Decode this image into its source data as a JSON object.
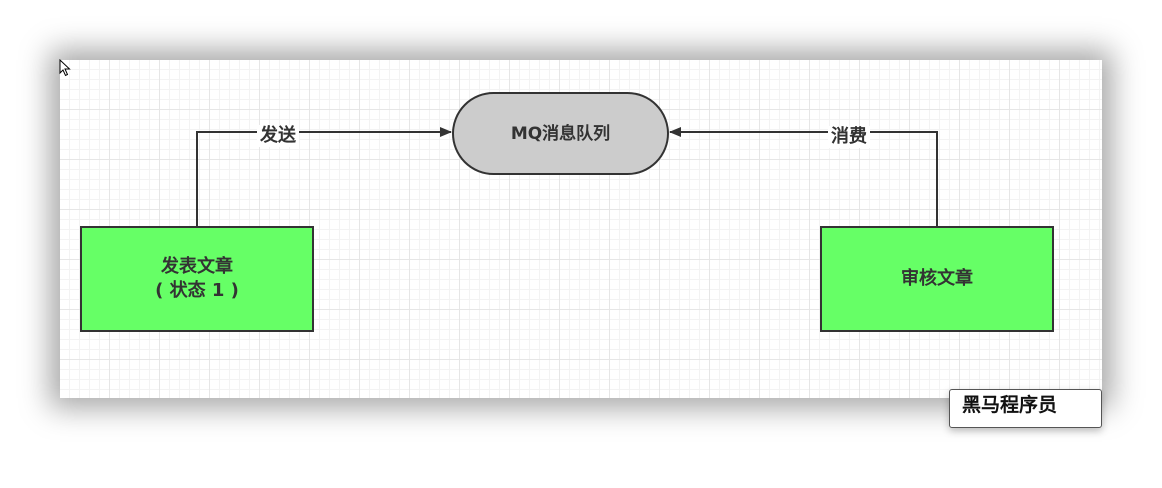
{
  "diagram": {
    "nodes": {
      "mq": {
        "label": "MQ消息队列",
        "color": "#cccccc"
      },
      "publish": {
        "line1": "发表文章",
        "line2": "( 状态 1 )",
        "color": "#66ff66"
      },
      "review": {
        "label": "审核文章",
        "color": "#66ff66"
      }
    },
    "edges": [
      {
        "from": "publish",
        "to": "mq",
        "label": "发送"
      },
      {
        "from": "review",
        "to": "mq",
        "label": "消费"
      }
    ]
  },
  "watermark": "黑马程序员",
  "icons": {
    "cursor": "mouse-pointer-icon"
  }
}
